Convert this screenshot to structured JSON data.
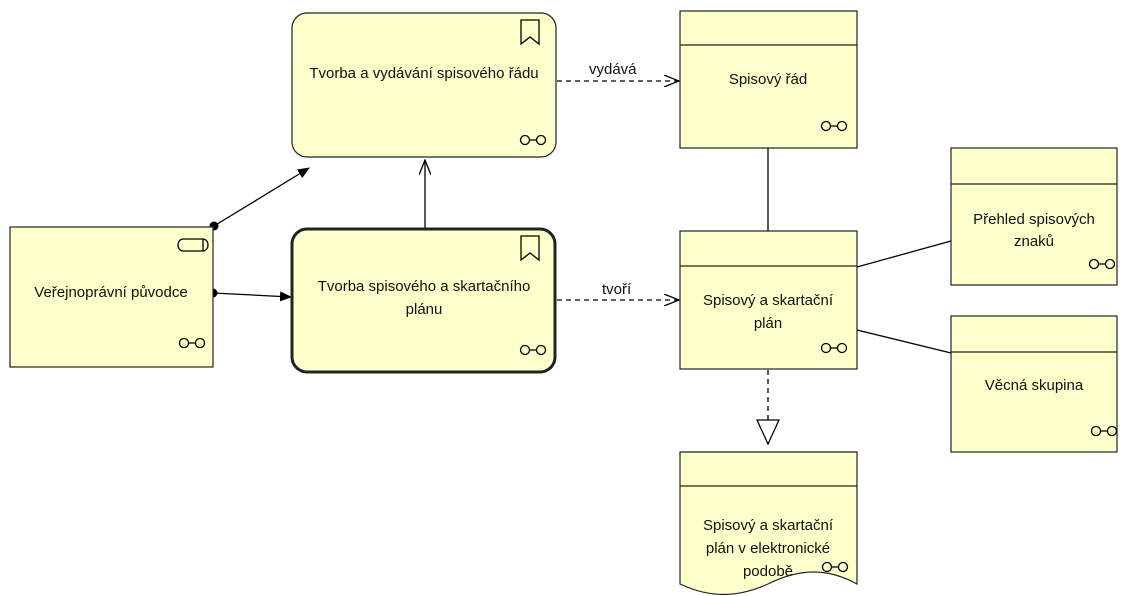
{
  "nodes": {
    "verejnopravni_puvodce": {
      "lines": [
        "Veřejnoprávní původce"
      ],
      "type": "business-actor"
    },
    "tvorba_vydavani": {
      "lines": [
        "Tvorba a vydávání spisového řádu"
      ],
      "type": "business-event"
    },
    "tvorba_planu": {
      "lines": [
        "Tvorba spisového a skartačního",
        "plánu"
      ],
      "type": "business-event"
    },
    "spisovy_rad": {
      "lines": [
        "Spisový řád"
      ],
      "type": "business-object"
    },
    "spisovy_plan": {
      "lines": [
        "Spisový a skartační",
        "plán"
      ],
      "type": "business-object"
    },
    "prehled_znaku": {
      "lines": [
        "Přehled spisových",
        "znaků"
      ],
      "type": "business-object"
    },
    "vecna_skupina": {
      "lines": [
        "Věcná skupina"
      ],
      "type": "business-object"
    },
    "plan_elektronicky": {
      "lines": [
        "Spisový a skartační",
        "plán v elektronické",
        "podobě"
      ],
      "type": "representation"
    }
  },
  "edges": {
    "vydava": {
      "label": "vydává",
      "type": "access"
    },
    "tvori": {
      "label": "tvoří",
      "type": "access"
    }
  },
  "icons": {
    "actor": "cylinder-icon",
    "event": "event-flag-icon",
    "link": "link-glasses-icon"
  }
}
